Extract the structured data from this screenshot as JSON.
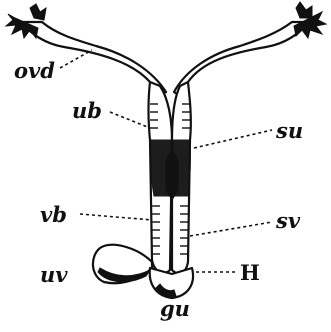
{
  "figure": {
    "labels": {
      "ovd": "ovd",
      "ub": "ub",
      "su": "su",
      "vb": "vb",
      "sv": "sv",
      "uv": "uv",
      "H": "H",
      "gu": "gu"
    }
  }
}
